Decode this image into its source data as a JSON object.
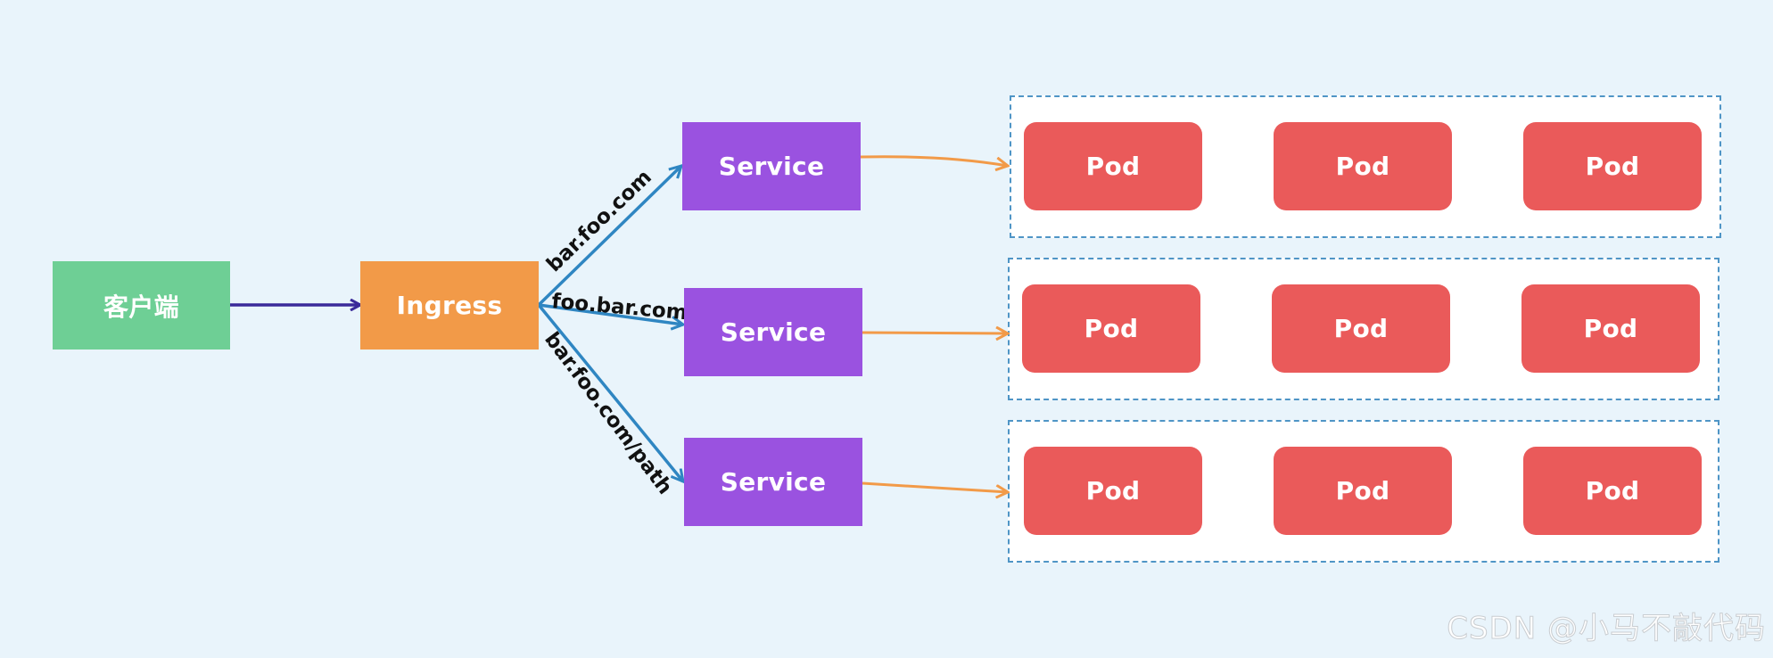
{
  "nodes": {
    "client": "客户端",
    "ingress": "Ingress",
    "services": [
      "Service",
      "Service",
      "Service"
    ],
    "pod_label": "Pod"
  },
  "routes": [
    "bar.foo.com",
    "foo.bar.com",
    "bar.foo.com/path"
  ],
  "pod_groups": [
    [
      "Pod",
      "Pod",
      "Pod"
    ],
    [
      "Pod",
      "Pod",
      "Pod"
    ],
    [
      "Pod",
      "Pod",
      "Pod"
    ]
  ],
  "watermark": "CSDN @小马不敲代码",
  "colors": {
    "background": "#e9f4fb",
    "client": "#6ecf95",
    "ingress": "#f29a48",
    "service": "#9a52e0",
    "pod": "#ea5a5a",
    "group_border": "#4f95c6",
    "client_arrow": "#3a2a9a",
    "route_arrow": "#2f86c2",
    "service_arrow": "#f29a48"
  }
}
